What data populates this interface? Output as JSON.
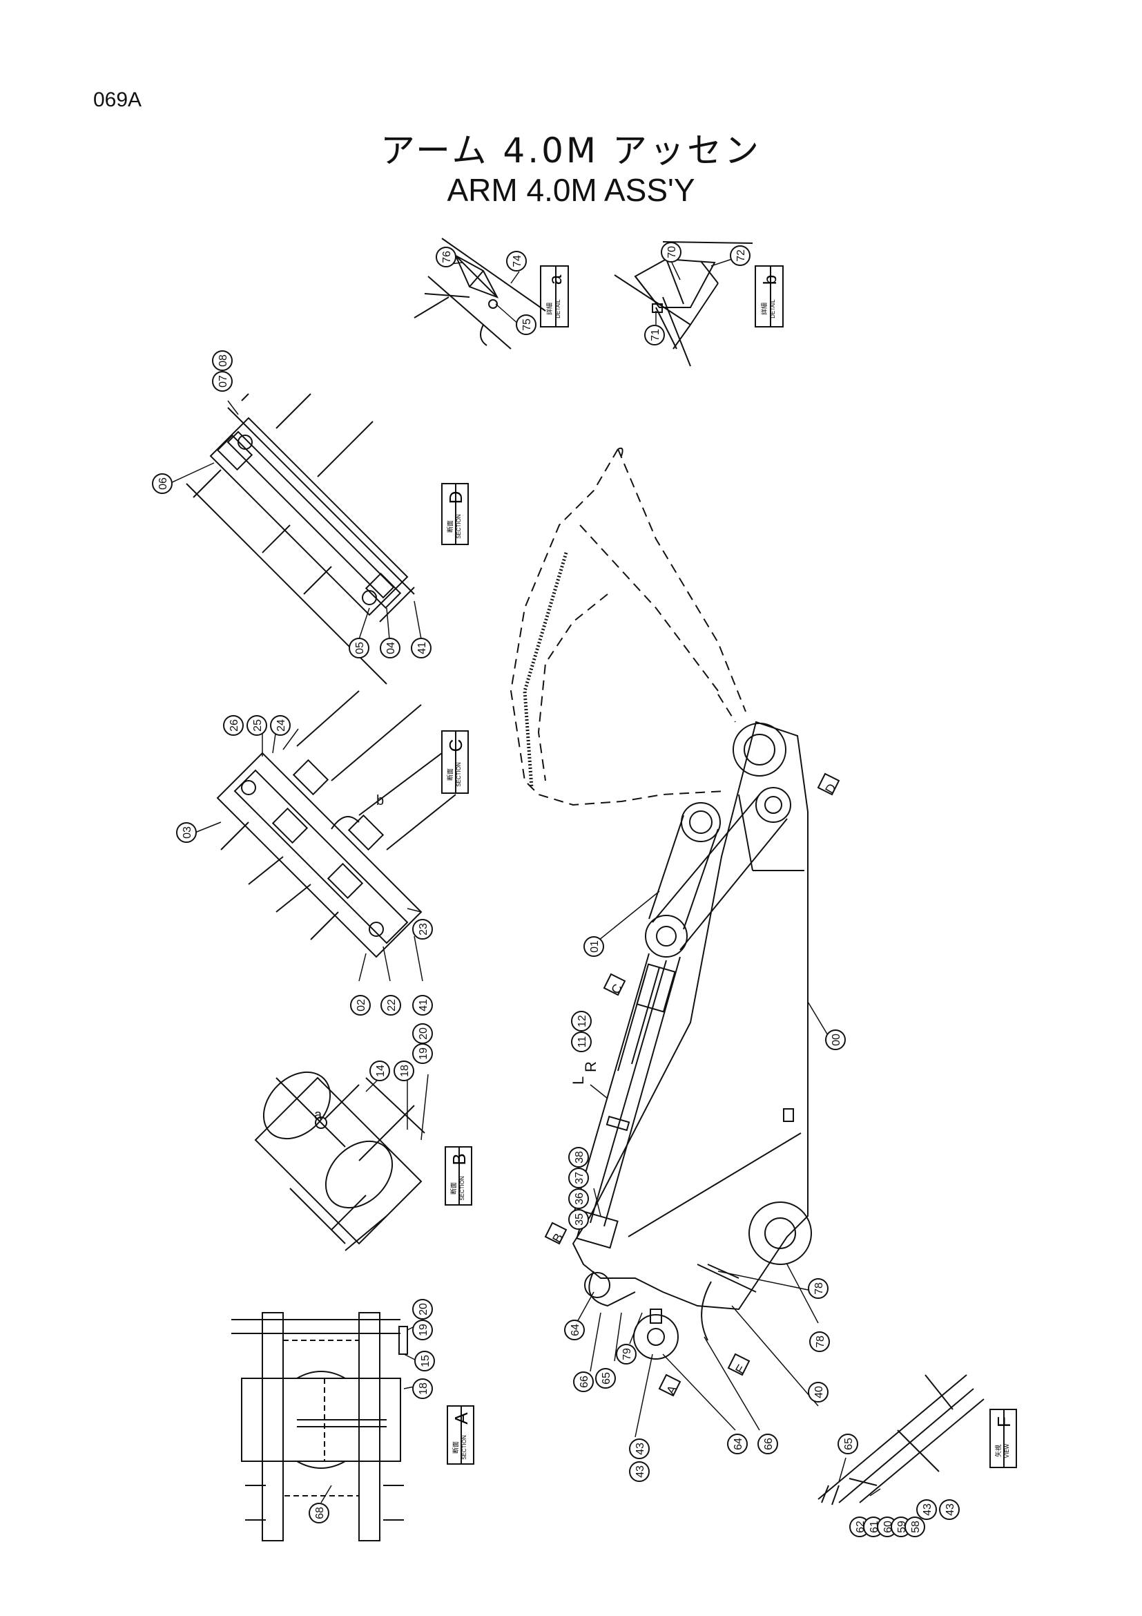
{
  "page": {
    "code": "069A",
    "title_jp": "アーム 4.0M アッセン",
    "title_en": "ARM 4.0M ASS'Y"
  },
  "views": [
    {
      "id": "detail-a",
      "jp": "詳細",
      "en": "DETAIL",
      "letter": "a"
    },
    {
      "id": "detail-b",
      "jp": "詳細",
      "en": "DETAIL",
      "letter": "b"
    },
    {
      "id": "section-d",
      "jp": "断面",
      "en": "SECTION",
      "letter": "D"
    },
    {
      "id": "section-c",
      "jp": "断面",
      "en": "SECTION",
      "letter": "C"
    },
    {
      "id": "section-b",
      "jp": "断面",
      "en": "SECTION",
      "letter": "B"
    },
    {
      "id": "section-a",
      "jp": "断面",
      "en": "SECTION",
      "letter": "A"
    },
    {
      "id": "view-f",
      "jp": "矢視",
      "en": "VIEW",
      "letter": "F"
    }
  ],
  "callouts": [
    "76",
    "74",
    "75",
    "70",
    "72",
    "71",
    "07",
    "08",
    "06",
    "05",
    "04",
    "41",
    "26",
    "25",
    "24",
    "03",
    "02",
    "22",
    "41",
    "23",
    "14",
    "18",
    "19",
    "20",
    "15",
    "18",
    "19",
    "20",
    "68",
    "01",
    "00",
    "11",
    "12",
    "35",
    "36",
    "37",
    "38",
    "64",
    "66",
    "65",
    "79",
    "40",
    "78",
    "78",
    "64",
    "66",
    "43",
    "43",
    "65",
    "62",
    "61",
    "60",
    "59",
    "58",
    "43",
    "43"
  ],
  "misc_labels": {
    "L": "L",
    "R": "R",
    "view_arrows": [
      "B",
      "C",
      "D",
      "E",
      "A"
    ],
    "lower_case": [
      "a",
      "b"
    ]
  }
}
